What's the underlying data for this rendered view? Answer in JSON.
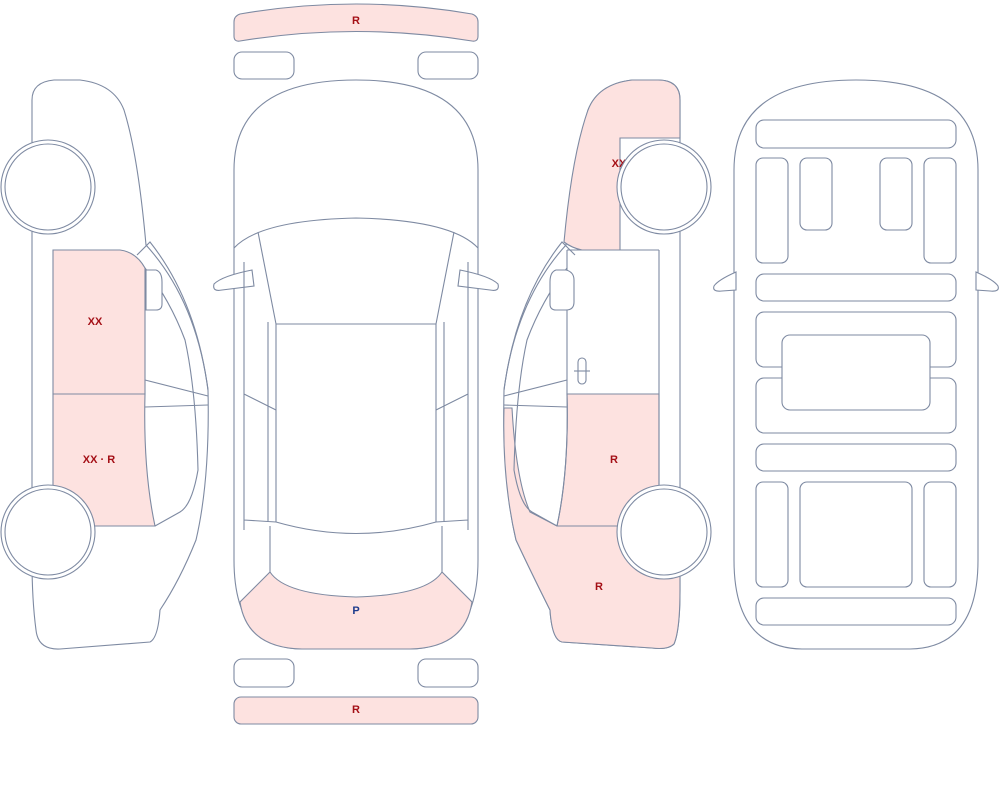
{
  "colors": {
    "outline": "#7e8aa2",
    "damage_fill": "#fde2e0",
    "label_red": "#a40f16",
    "label_blue": "#1d3b8c",
    "background": "#ffffff"
  },
  "labels": {
    "front_bumper": "R",
    "left_front_door": "XX",
    "left_rear_door": "XX · R",
    "rear_trunk": "P",
    "rear_bumper": "R",
    "right_front_fender": "XX",
    "right_rear_door": "R",
    "right_rear_quarter": "R"
  }
}
